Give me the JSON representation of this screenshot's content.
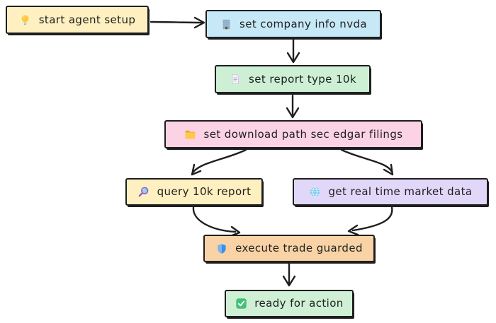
{
  "canvas": {
    "background": "#ffffff",
    "ink": "#1e1e1e"
  },
  "nodes": [
    {
      "id": "start",
      "label": "start agent setup",
      "icon": "lightbulb-icon",
      "fill": "#FEF0C0"
    },
    {
      "id": "company",
      "label": "set company info nvda",
      "icon": "office-building-icon",
      "fill": "#C7E9F7"
    },
    {
      "id": "report",
      "label": "set report type 10k",
      "icon": "document-icon",
      "fill": "#CDF0D5"
    },
    {
      "id": "download",
      "label": "set download path sec edgar filings",
      "icon": "folder-icon",
      "fill": "#FCD3E5"
    },
    {
      "id": "query",
      "label": "query 10k report",
      "icon": "magnifier-icon",
      "fill": "#FEF0C0"
    },
    {
      "id": "market",
      "label": "get real time market data",
      "icon": "globe-icon",
      "fill": "#E1D7F8"
    },
    {
      "id": "trade",
      "label": "execute trade guarded",
      "icon": "shield-icon",
      "fill": "#F9D3A5"
    },
    {
      "id": "ready",
      "label": "ready for action",
      "icon": "check-icon",
      "fill": "#CFF0D4"
    }
  ],
  "edges": [
    {
      "from": "start",
      "to": "company"
    },
    {
      "from": "company",
      "to": "report"
    },
    {
      "from": "report",
      "to": "download"
    },
    {
      "from": "download",
      "to": "query"
    },
    {
      "from": "download",
      "to": "market"
    },
    {
      "from": "query",
      "to": "trade"
    },
    {
      "from": "market",
      "to": "trade"
    },
    {
      "from": "trade",
      "to": "ready"
    }
  ]
}
